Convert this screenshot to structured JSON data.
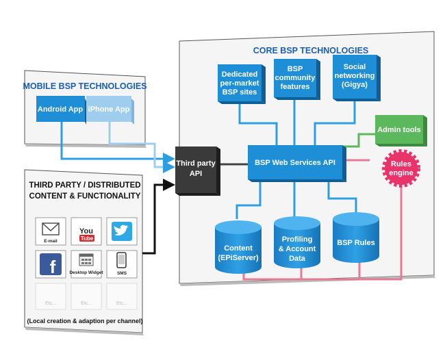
{
  "mobile_panel": {
    "title": "MOBILE BSP TECHNOLOGIES",
    "android_label": "Android App",
    "iphone_label": "iPhone App"
  },
  "third_party_panel": {
    "title_line1": "THIRD PARTY / DISTRIBUTED",
    "title_line2": "CONTENT & FUNCTIONALITY",
    "tiles": [
      {
        "label": "E-mail",
        "icon": "envelope-icon"
      },
      {
        "label": "You Tube",
        "icon": "youtube-logo"
      },
      {
        "label": "",
        "icon": "twitter-bird-icon"
      },
      {
        "label": "",
        "icon": "facebook-f-icon"
      },
      {
        "label": "Desktop Widget",
        "icon": "widget-icon"
      },
      {
        "label": "SMS",
        "icon": "phone-icon"
      },
      {
        "label": "Etc...",
        "icon": ""
      },
      {
        "label": "Etc...",
        "icon": ""
      },
      {
        "label": "Etc...",
        "icon": ""
      }
    ],
    "footer": "(Local creation & adaption per channel)"
  },
  "third_party_api": {
    "line1": "Third party",
    "line2": "API"
  },
  "core_panel": {
    "title": "CORE BSP TECHNOLOGIES",
    "dedicated": [
      "Dedicated",
      "per-market",
      "BSP sites"
    ],
    "community": [
      "BSP",
      "community",
      "features"
    ],
    "social": [
      "Social",
      "networking",
      "(Gigya)"
    ],
    "admin": "Admin tools",
    "web_services": "BSP Web Services API",
    "rules_engine": [
      "Rules",
      "engine"
    ],
    "content_db": [
      "Content",
      "(EPiServer)"
    ],
    "profiling_db": [
      "Profiling",
      "& Account",
      "Data"
    ],
    "rules_db": "BSP Rules"
  },
  "colors": {
    "blue": "#1e8fd6",
    "light_blue": "#9fcdee",
    "dark_api": "#3a3a3a",
    "green": "#5cb85c",
    "pink": "#e8336b",
    "pink_line": "#e47a96",
    "connector": "#2d9fe0"
  }
}
